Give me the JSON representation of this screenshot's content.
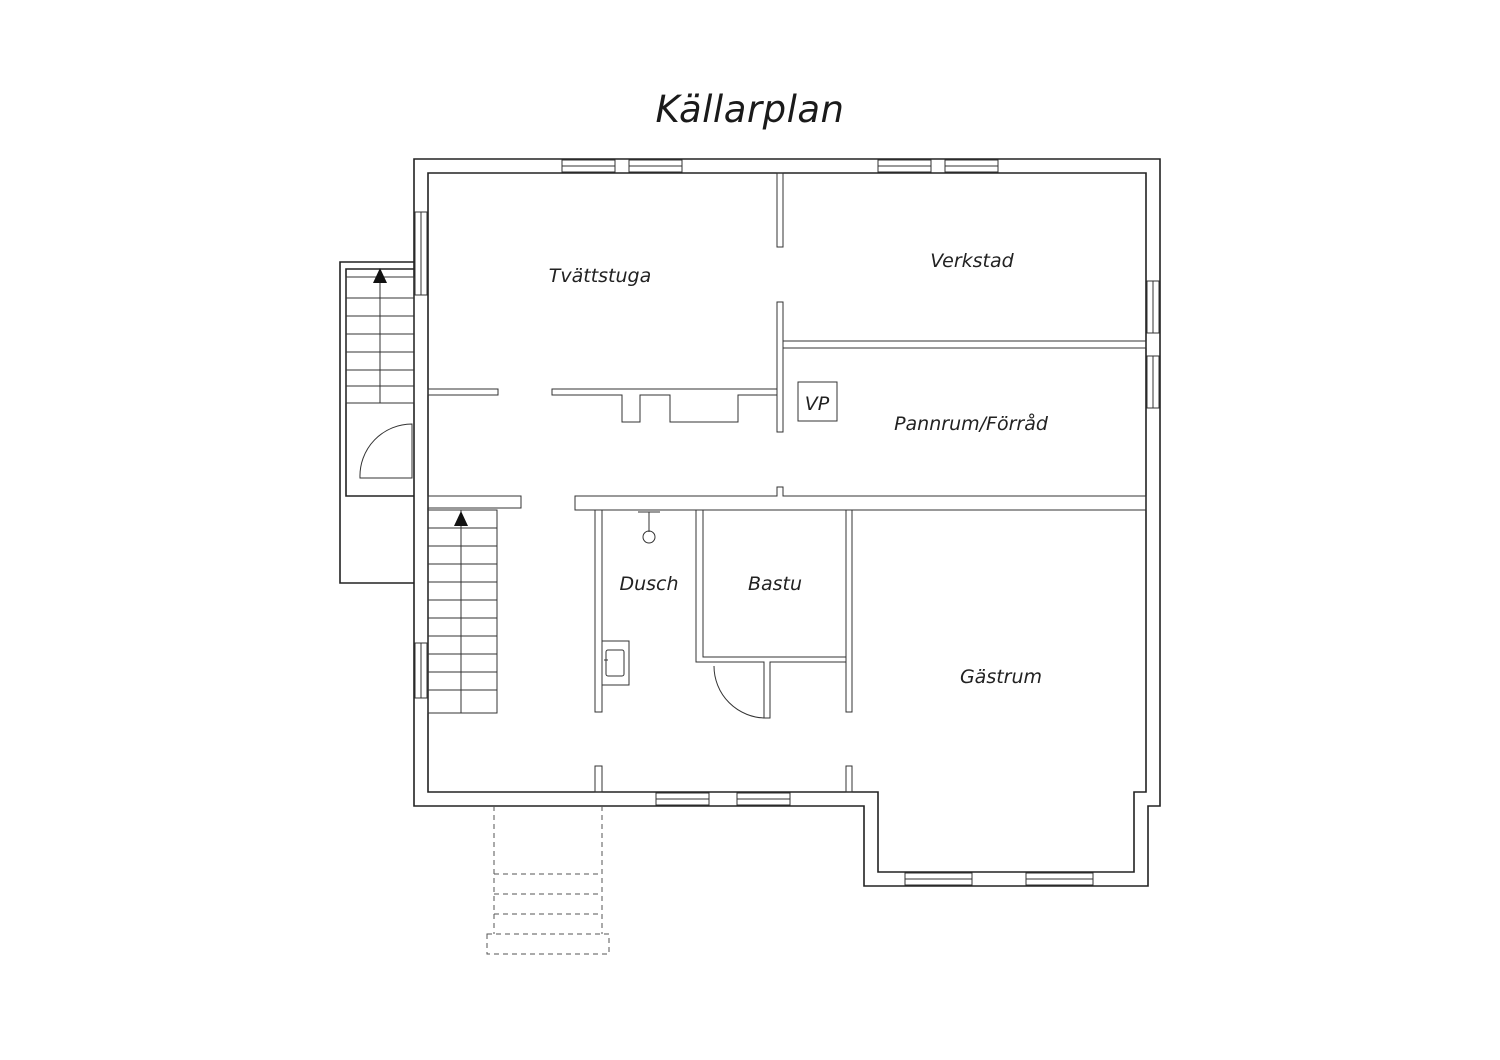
{
  "title": "Källarplan",
  "rooms": {
    "tvattstuga": "Tvättstuga",
    "verkstad": "Verkstad",
    "pannrum": "Pannrum/Förråd",
    "vp": "VP",
    "dusch": "Dusch",
    "bastu": "Bastu",
    "gastrum": "Gästrum"
  },
  "colors": {
    "line": "#222222",
    "background": "#ffffff"
  }
}
